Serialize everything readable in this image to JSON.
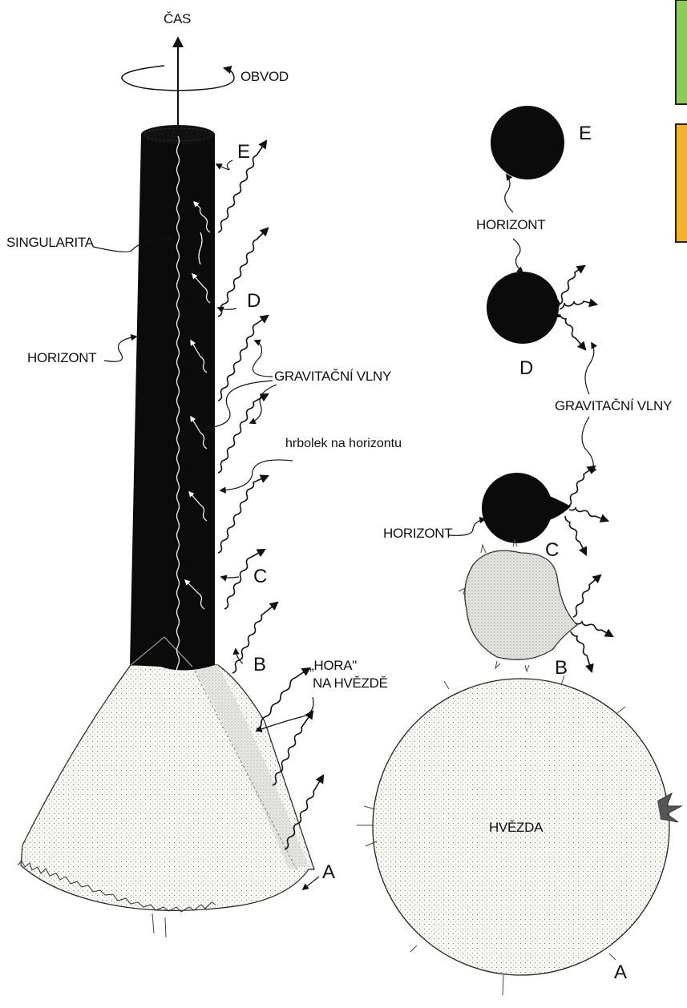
{
  "labels": {
    "time": "ČAS",
    "circumference": "OBVOD",
    "singularity": "SINGULARITA",
    "horizon_left": "HORIZONT",
    "grav_waves_left": "GRAVITAČNÍ VLNY",
    "bump": "hrbolek na horizontu",
    "mountain_line1": "„HORA\"",
    "mountain_line2": "NA HVĚZDĚ",
    "horizon_top": "HORIZONT",
    "grav_waves_right": "GRAVITAČNÍ VLNY",
    "horizon_mid": "HORIZONT",
    "star": "HVĚZDA"
  },
  "stage_letters": {
    "left": {
      "e": "E",
      "d": "D",
      "c": "C",
      "b": "B",
      "a": "A"
    },
    "right": {
      "e": "E",
      "d": "D",
      "c": "C",
      "b": "B",
      "a": "A"
    }
  },
  "colors": {
    "ink": "#111111",
    "cone_shade": "#f1f1ee",
    "green_box": "#8ccc5a",
    "orange_box": "#f2b12e"
  }
}
